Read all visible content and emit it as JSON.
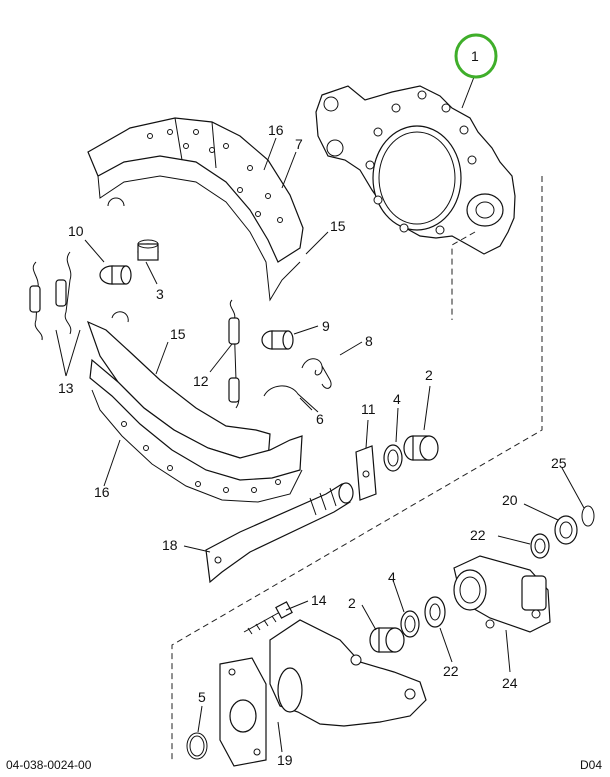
{
  "diagram": {
    "document_id": "04-038-0024-00",
    "page_code": "D04",
    "highlight_color": "#3fae2a",
    "callouts": [
      {
        "id": "c1",
        "label": "1",
        "highlighted": true
      },
      {
        "id": "c16a",
        "label": "16"
      },
      {
        "id": "c7",
        "label": "7"
      },
      {
        "id": "c15a",
        "label": "15"
      },
      {
        "id": "c10",
        "label": "10"
      },
      {
        "id": "c3",
        "label": "3"
      },
      {
        "id": "c9",
        "label": "9"
      },
      {
        "id": "c8",
        "label": "8"
      },
      {
        "id": "c15b",
        "label": "15"
      },
      {
        "id": "c12",
        "label": "12"
      },
      {
        "id": "c13",
        "label": "13"
      },
      {
        "id": "c2a",
        "label": "2"
      },
      {
        "id": "c4a",
        "label": "4"
      },
      {
        "id": "c11",
        "label": "11"
      },
      {
        "id": "c6",
        "label": "6"
      },
      {
        "id": "c16b",
        "label": "16"
      },
      {
        "id": "c25",
        "label": "25"
      },
      {
        "id": "c20",
        "label": "20"
      },
      {
        "id": "c22a",
        "label": "22"
      },
      {
        "id": "c18",
        "label": "18"
      },
      {
        "id": "c14",
        "label": "14"
      },
      {
        "id": "c4b",
        "label": "4"
      },
      {
        "id": "c2b",
        "label": "2"
      },
      {
        "id": "c22b",
        "label": "22"
      },
      {
        "id": "c24",
        "label": "24"
      },
      {
        "id": "c5",
        "label": "5"
      },
      {
        "id": "c19",
        "label": "19"
      }
    ]
  }
}
